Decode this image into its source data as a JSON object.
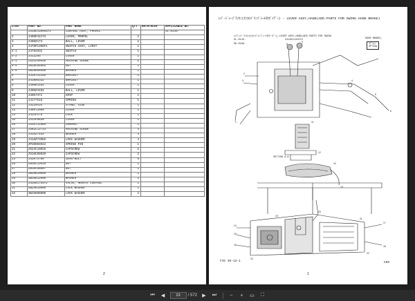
{
  "left_page": {
    "page_number": "2",
    "columns": [
      "ITEM",
      "PART NO.",
      "PART NAME",
      "QTY",
      "Reference",
      "APPLICABLE NO."
    ],
    "rows": [
      [
        "",
        "2418GJ10991F1",
        "CONTROL ASSY, PROPEL",
        "",
        "",
        "SL.0145-"
      ],
      [
        "2",
        "2408P4217S",
        "LEVER, PROPEL",
        "2",
        "",
        ""
      ],
      [
        "3",
        "2408Z173",
        "BALL, LEVER",
        "2",
        "",
        ""
      ],
      [
        "4",
        "2478P1398F1",
        "SWITCH ASSY, LIMIT",
        "1",
        "",
        ""
      ],
      [
        "4-1",
        "24792932",
        "SWITCH",
        "1",
        "",
        ""
      ],
      [
        "4-2",
        "2411Z9S",
        "COVER",
        "1",
        "",
        ""
      ],
      [
        "4-3",
        "ZS31C04030",
        "MACHINE SCREW",
        "2",
        "",
        ""
      ],
      [
        "4-4",
        "ZN18C04003",
        "NUT",
        "2",
        "",
        ""
      ],
      [
        "4-5",
        "ZW16K04000",
        "WASHER",
        "2",
        "",
        ""
      ],
      [
        "5",
        "2416T22448",
        "BRACKET",
        "1",
        "",
        ""
      ],
      [
        "6",
        "24180S332",
        "BRACKET",
        "1",
        "",
        ""
      ],
      [
        "8",
        "2408K1483",
        "LEVER",
        "1",
        "",
        ""
      ],
      [
        "9",
        "2408Z3482",
        "BALL, LEVER",
        "1",
        "",
        ""
      ],
      [
        "10",
        "24057371",
        "GRIP",
        "1",
        "",
        ""
      ],
      [
        "11",
        "24177518",
        "SPRING",
        "1",
        "",
        ""
      ],
      [
        "12",
        "24220434",
        "STAND, SIDE",
        "1",
        "",
        ""
      ],
      [
        "13",
        "2408T2089",
        "LEVER",
        "1",
        "",
        ""
      ],
      [
        "14",
        "2421P279",
        "LOCK",
        "1",
        "",
        ""
      ],
      [
        "15",
        "2414P6830",
        "COVER",
        "1",
        "",
        ""
      ],
      [
        "16",
        "2416T11985",
        "GROMMET",
        "2",
        "",
        ""
      ],
      [
        "17",
        "ZS82C12733",
        "MACHINE SCREW",
        "4",
        "",
        ""
      ],
      [
        "18",
        "2415Z763S",
        "WASHER",
        "4",
        "",
        ""
      ],
      [
        "19",
        "2418Z735DS",
        "LOCK WASHER",
        "4",
        "",
        ""
      ],
      [
        "20",
        "ZP20804022",
        "SPRING PIN",
        "1",
        "",
        ""
      ],
      [
        "21",
        "ZS23C10025",
        "CAPSCREW",
        "2",
        "",
        ""
      ],
      [
        "22",
        "ZS10C08020",
        "CAPSCREW",
        "2",
        "",
        ""
      ],
      [
        "23",
        "24207S780",
        "SEMS-BOLT",
        "6",
        "",
        ""
      ],
      [
        "26",
        "ZN16C12010",
        "NUT",
        "1",
        "",
        ""
      ],
      [
        "27",
        "ZN10C08007",
        "NUT",
        "2",
        "",
        ""
      ],
      [
        "28",
        "ZW16K20000",
        "WASHER",
        "1",
        "",
        ""
      ],
      [
        "29",
        "ZW16K12000",
        "WASHER",
        "3",
        "",
        ""
      ],
      [
        "30",
        "2426U1754F2",
        "VALVE, REMOTE CONTROL",
        "1",
        "",
        ""
      ],
      [
        "31",
        "ZW2SK10000",
        "LOCK WASHER",
        "1",
        "",
        ""
      ],
      [
        "32",
        "ZW2SK08000",
        "LOCK WASHER",
        "2",
        "",
        ""
      ]
    ]
  },
  "right_page": {
    "page_number": "1",
    "title": "ﾚﾊﾞｰｼﾞｬｰﾌﾞｱｯｾﾝ(ｾﾝｶｲﾊﾞﾘﾝﾌﾞﾚｰｷﾖｳｶﾞｲﾃﾞﾝ) - LEVER ASSY,HAND(ADD.PARTS FOR SWING HAND BRAKE)",
    "subtitle": "ﾊﾝﾄﾞﾚﾊﾞｰｱｯｾﾝ(ｾﾝｶｲﾊﾞﾘﾝﾌﾞﾚｰｷﾖｳｶﾞｲﾃﾞﾝ)-LEVER ASSY,HAND(ADD.PARTS FOR SWING",
    "line2_left": "SL-0145-",
    "line2_right": "2418GJ1415F2",
    "line2_tail": "HAND BRAKE)",
    "line3_left": "SK-0189-",
    "option_line1": "ｵﾌﾟｼｮﾝ",
    "option_line2": "OPTION",
    "section_label": "SECTION A-A",
    "fig_label": "FIG 30-13-1",
    "code_label": "C09"
  },
  "toolbar": {
    "current_page": "23",
    "total_pages": "/ 572",
    "icons": [
      "first-page-icon",
      "prev-page-icon",
      "next-page-icon",
      "last-page-icon",
      "zoom-out-icon",
      "zoom-in-icon",
      "fit-page-icon",
      "fullscreen-icon"
    ]
  }
}
